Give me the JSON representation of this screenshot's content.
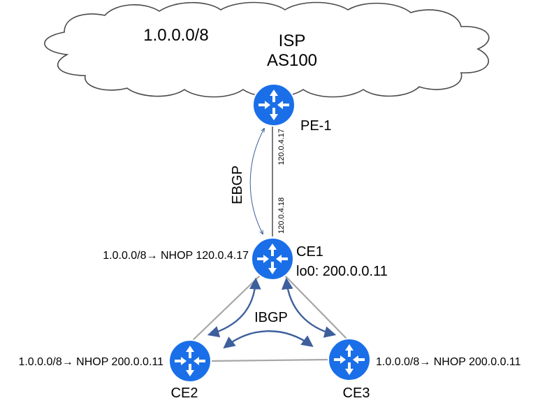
{
  "isp": {
    "prefix": "1.0.0.0/8",
    "name": "ISP",
    "as": "AS100"
  },
  "routers": {
    "pe1": {
      "name": "PE-1"
    },
    "ce1": {
      "name": "CE1",
      "loopback": "lo0: 200.0.0.11",
      "route": "1.0.0.0/8→ NHOP 120.0.4.17"
    },
    "ce2": {
      "name": "CE2",
      "route": "1.0.0.0/8→ NHOP 200.0.0.11"
    },
    "ce3": {
      "name": "CE3",
      "route": "1.0.0.0/8→ NHOP 200.0.0.11"
    }
  },
  "link_pe1_ce1": {
    "pe_side_ip": "120.0.4.17",
    "ce_side_ip": "120.0.4.18"
  },
  "sessions": {
    "ebgp": "EBGP",
    "ibgp": "IBGP"
  },
  "colors": {
    "router_fill": "#1a6fe8",
    "arrow": "#3d5f9c",
    "link_top": "#333333",
    "link_triangle": "#a6a6a6",
    "cloud_stroke": "#4a4a4a"
  },
  "icons": {
    "router": "router-icon"
  }
}
